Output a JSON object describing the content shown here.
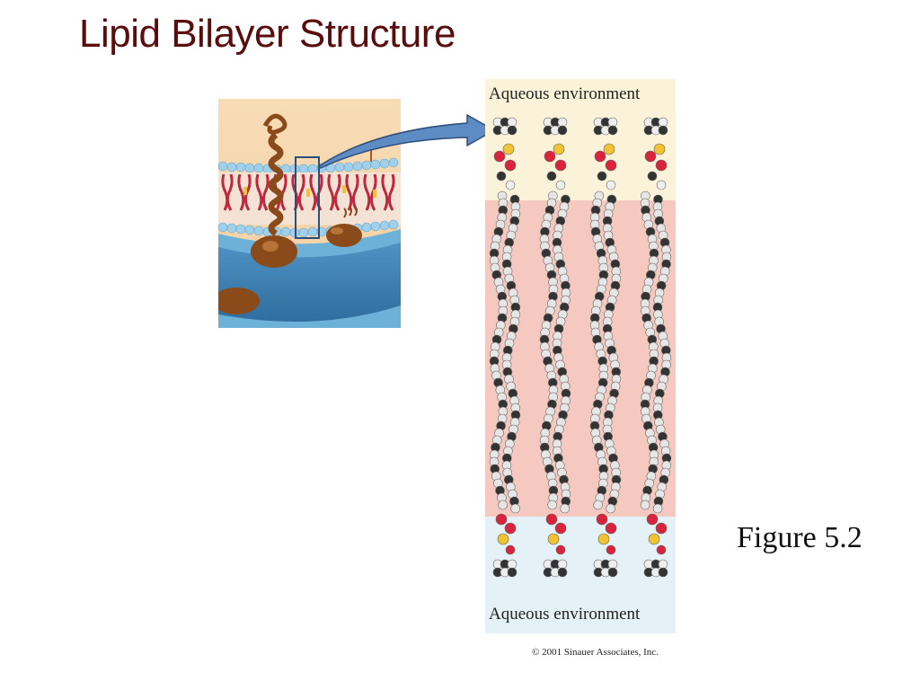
{
  "title": "Lipid Bilayer Structure",
  "bilayer": {
    "top_label": "Aqueous environment",
    "bottom_label": "Aqueous environment"
  },
  "figure_label": "Figure 5.2",
  "copyright": "© 2001 Sinauer Associates, Inc.",
  "colors": {
    "title": "#5a0d0d",
    "aqueous_top": "#fbf3d9",
    "aqueous_bottom": "#e4f1f6",
    "hydrophobic_core": "#f5c9bf",
    "arrow": "#5d8cc4"
  },
  "icons": [
    "membrane-inset-illustration",
    "arrow-icon",
    "molecule-chain-icon"
  ]
}
